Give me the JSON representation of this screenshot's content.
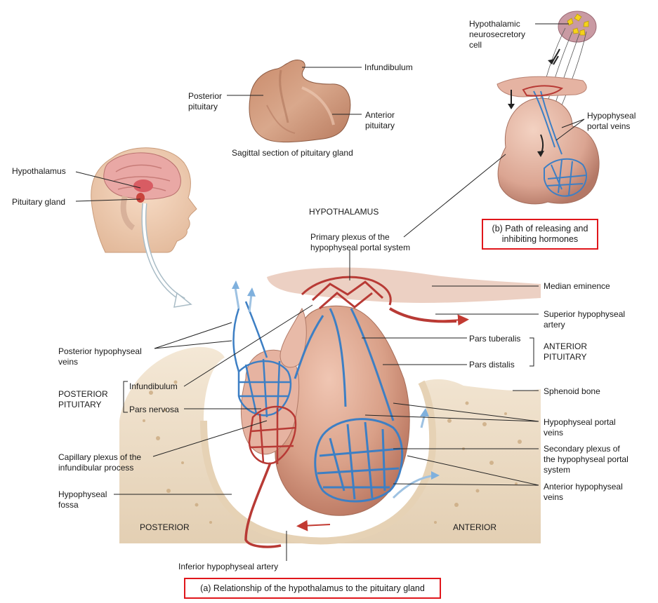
{
  "panel_a": {
    "caption": "(a) Relationship of the hypothalamus to the pituitary gland",
    "labels": {
      "hypothalamus_head": "Hypothalamus",
      "pituitary_gland": "Pituitary gland",
      "hypothalamus_center": "HYPOTHALAMUS",
      "primary_plexus": "Primary plexus of the\nhypophyseal portal system",
      "median_eminence": "Median eminence",
      "superior_artery": "Superior hypophyseal\nartery",
      "pars_tuberalis": "Pars tuberalis",
      "pars_distalis": "Pars distalis",
      "anterior_pituitary_group": "ANTERIOR\nPITUITARY",
      "sphenoid_bone": "Sphenoid bone",
      "portal_veins": "Hypophyseal portal\nveins",
      "secondary_plexus": "Secondary plexus of\nthe hypophyseal portal\nsystem",
      "anterior_veins": "Anterior hypophyseal\nveins",
      "posterior_veins": "Posterior hypophyseal\nveins",
      "posterior_pituitary_group": "POSTERIOR\nPITUITARY",
      "infundibulum": "Infundibulum",
      "pars_nervosa": "Pars nervosa",
      "capillary_plexus": "Capillary plexus of the\ninfundibular process",
      "fossa": "Hypophyseal\nfossa",
      "posterior": "POSTERIOR",
      "anterior": "ANTERIOR",
      "inferior_artery": "Inferior hypophyseal artery"
    }
  },
  "photo": {
    "caption": "Sagittal section of pituitary gland",
    "labels": {
      "infundibulum": "Infundibulum",
      "posterior_pituitary": "Posterior\npituitary",
      "anterior_pituitary": "Anterior\npituitary"
    }
  },
  "panel_b": {
    "caption": "(b) Path of releasing and\ninhibiting hormones",
    "labels": {
      "neurosecretory_cell": "Hypothalamic\nneurosecretory\ncell",
      "portal_veins": "Hypophyseal\nportal veins"
    }
  },
  "colors": {
    "caption_border": "#e0161b",
    "artery": "#b83a35",
    "vein": "#3d7fc4",
    "gland": "#d9a088",
    "bone": "#ecdcc4"
  }
}
